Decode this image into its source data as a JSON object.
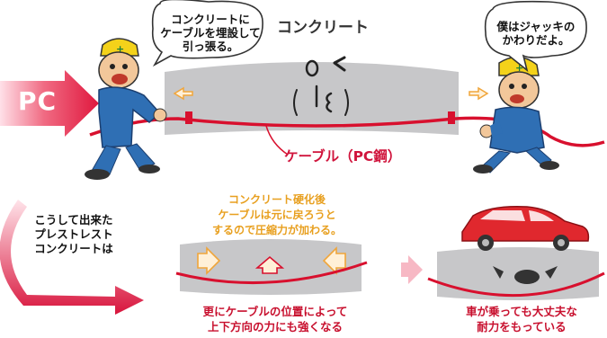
{
  "pc_label": "PC",
  "top": {
    "bubble_left": [
      "コンクリートに",
      "ケーブルを埋設して",
      "引っ張る。"
    ],
    "concrete_title": "コンクリート",
    "bubble_right": [
      "僕はジャッキの",
      "かわりだよ。"
    ],
    "cable_label": "ケーブル（PC鋼）"
  },
  "bottom": {
    "summary": [
      "こうして出来た",
      "プレストレスト",
      "コンクリートは"
    ],
    "hardened_note": [
      "コンクリート硬化後",
      "ケーブルは元に戻ろうと",
      "するので圧縮力が加わる。"
    ],
    "caption_middle": [
      "更にケーブルの位置によって",
      "上下方向の力にも強くなる"
    ],
    "caption_right": [
      "車が乗っても大丈夫な",
      "耐力をもっている"
    ]
  },
  "colors": {
    "cable": "#d8102e",
    "concrete": "#c7c7c9",
    "arrow_fill": "#fff0d8",
    "arrow_stroke": "#f0a53a",
    "orange_text": "#e8a020",
    "red_text": "#c8102e",
    "car": "#e0282e",
    "worker_suit": "#2f6fb4",
    "helmet": "#f4d21a"
  }
}
